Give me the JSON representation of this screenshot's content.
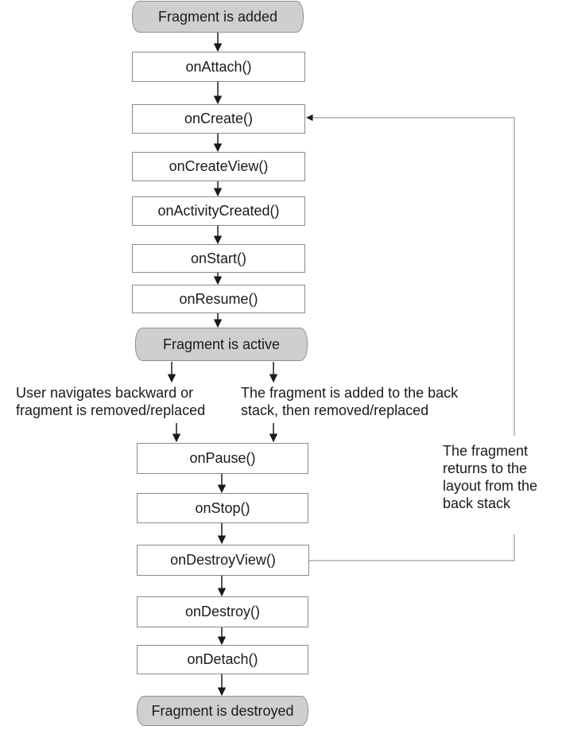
{
  "diagram": {
    "states": {
      "added": "Fragment is added",
      "active": "Fragment is active",
      "destroyed": "Fragment is destroyed"
    },
    "callbacks": {
      "on_attach": "onAttach()",
      "on_create": "onCreate()",
      "on_create_view": "onCreateView()",
      "on_activity_created": "onActivityCreated()",
      "on_start": "onStart()",
      "on_resume": "onResume()",
      "on_pause": "onPause()",
      "on_stop": "onStop()",
      "on_destroy_view": "onDestroyView()",
      "on_destroy": "onDestroy()",
      "on_detach": "onDetach()"
    },
    "notes": {
      "user_navigates": "User navigates backward or\nfragment is removed/replaced",
      "added_to_back_stack": "The fragment is added to the back\nstack, then removed/replaced",
      "returns_from_back_stack": "The fragment\nreturns to the\nlayout from the\nback stack"
    },
    "colors": {
      "state_fill": "#cfcfcf",
      "box_border": "#8a8a8a",
      "arrow": "#1a1a1a",
      "loop_line": "#9a9a9a"
    }
  }
}
